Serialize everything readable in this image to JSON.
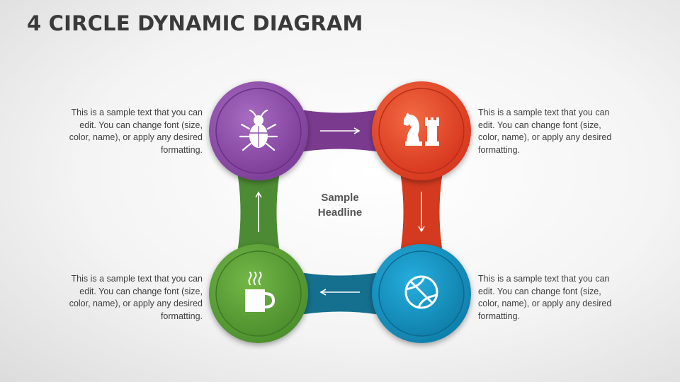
{
  "title": "4 CIRCLE DYNAMIC DIAGRAM",
  "headline": "Sample\nHeadline",
  "descriptions": {
    "top_left": "This is a sample text that you can edit. You can change font (size, color, name), or apply any desired formatting.",
    "top_right": "This is a sample text that you can edit. You can change font (size, color, name), or apply any desired formatting.",
    "bottom_left": "This is a sample text that you can edit. You can change font (size, color, name), or apply any desired formatting.",
    "bottom_right": "This is a sample text that you can edit. You can change font (size, color, name), or apply any desired formatting."
  },
  "circles": [
    {
      "position": "top-left",
      "icon": "bug-icon",
      "color": "#8e4fa8"
    },
    {
      "position": "top-right",
      "icon": "chess-icon",
      "color": "#e8442b"
    },
    {
      "position": "bottom-right",
      "icon": "basketball-icon",
      "color": "#1591bf"
    },
    {
      "position": "bottom-left",
      "icon": "coffee-mug-icon",
      "color": "#5a9f38"
    }
  ],
  "connectors": {
    "top": "#7a3a8e",
    "right": "#d33a1f",
    "bottom": "#156f8e",
    "left": "#4c8a33"
  },
  "flow": "clockwise"
}
